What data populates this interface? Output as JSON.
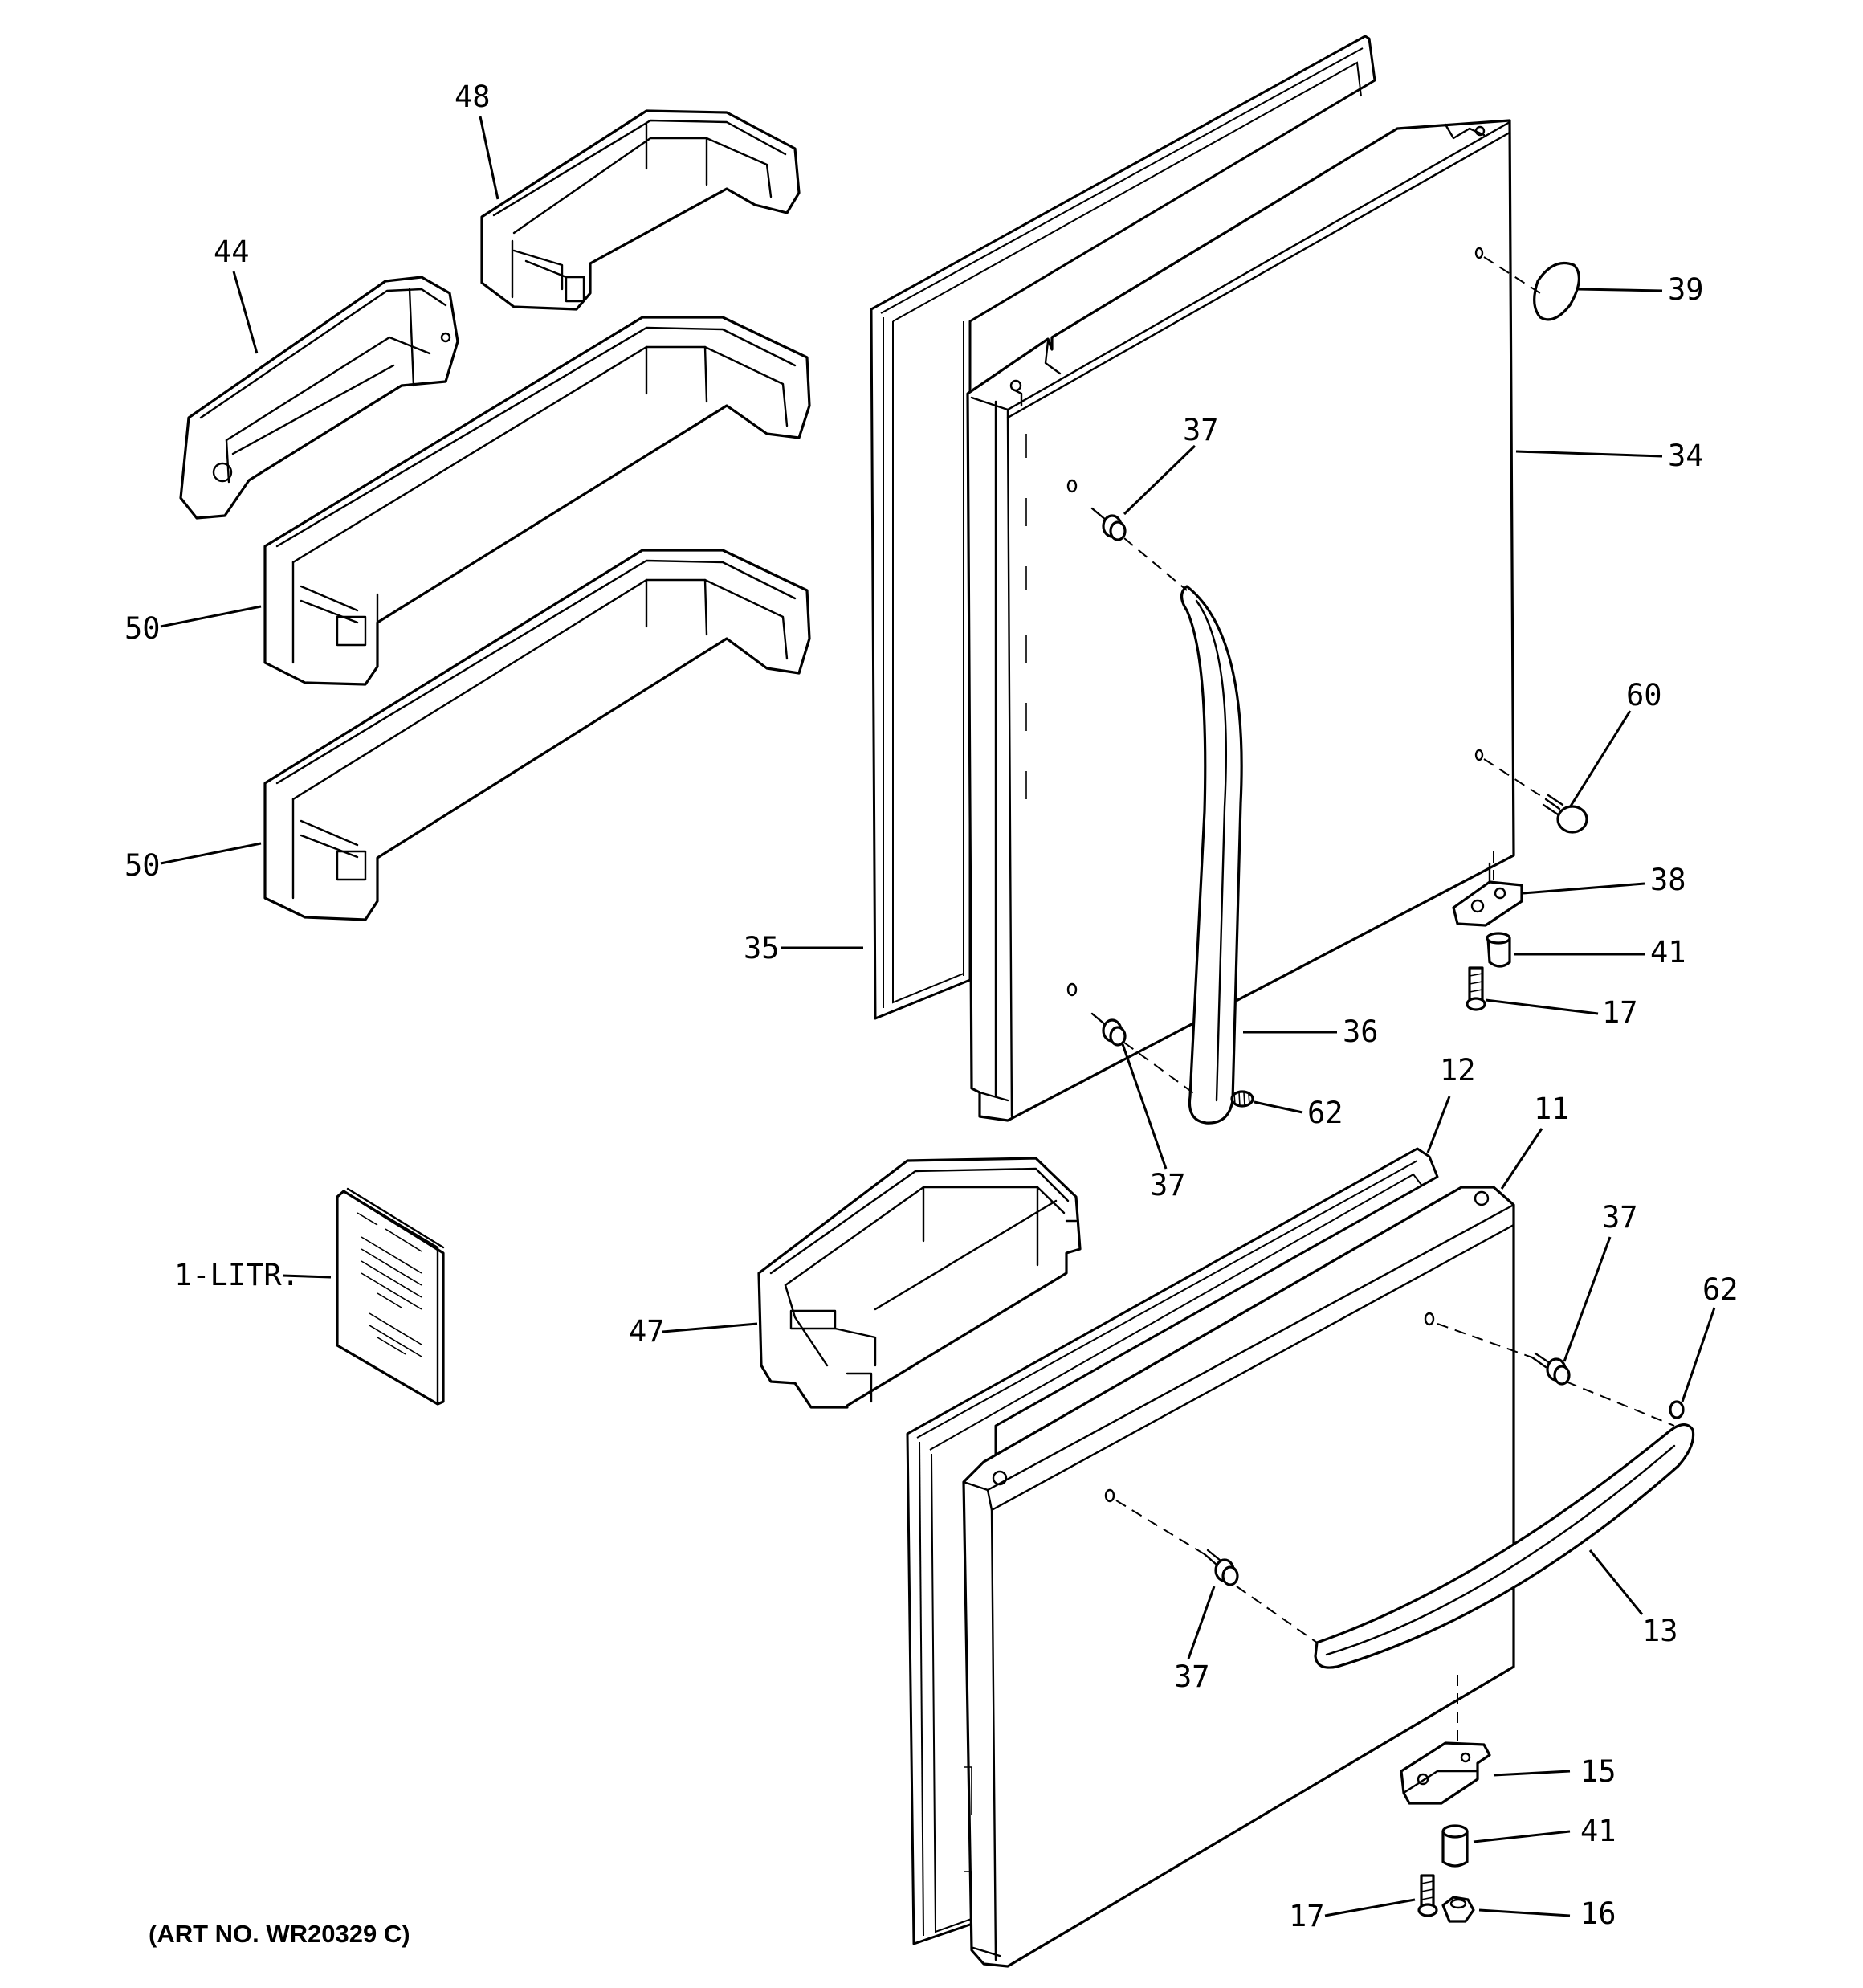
{
  "labels": {
    "l48": "48",
    "l44": "44",
    "l50a": "50",
    "l50b": "50",
    "l35": "35",
    "l37a": "37",
    "l37b": "37",
    "l37c": "37",
    "l37d": "37",
    "l39": "39",
    "l34": "34",
    "l60": "60",
    "l38": "38",
    "l41a": "41",
    "l41b": "41",
    "l17a": "17",
    "l17b": "17",
    "l36": "36",
    "l62a": "62",
    "l62b": "62",
    "l12": "12",
    "l11": "11",
    "l47": "47",
    "l1litr": "1-LITR.",
    "l13": "13",
    "l15": "15",
    "l16": "16"
  },
  "caption": "(ART NO. WR20329 C)"
}
